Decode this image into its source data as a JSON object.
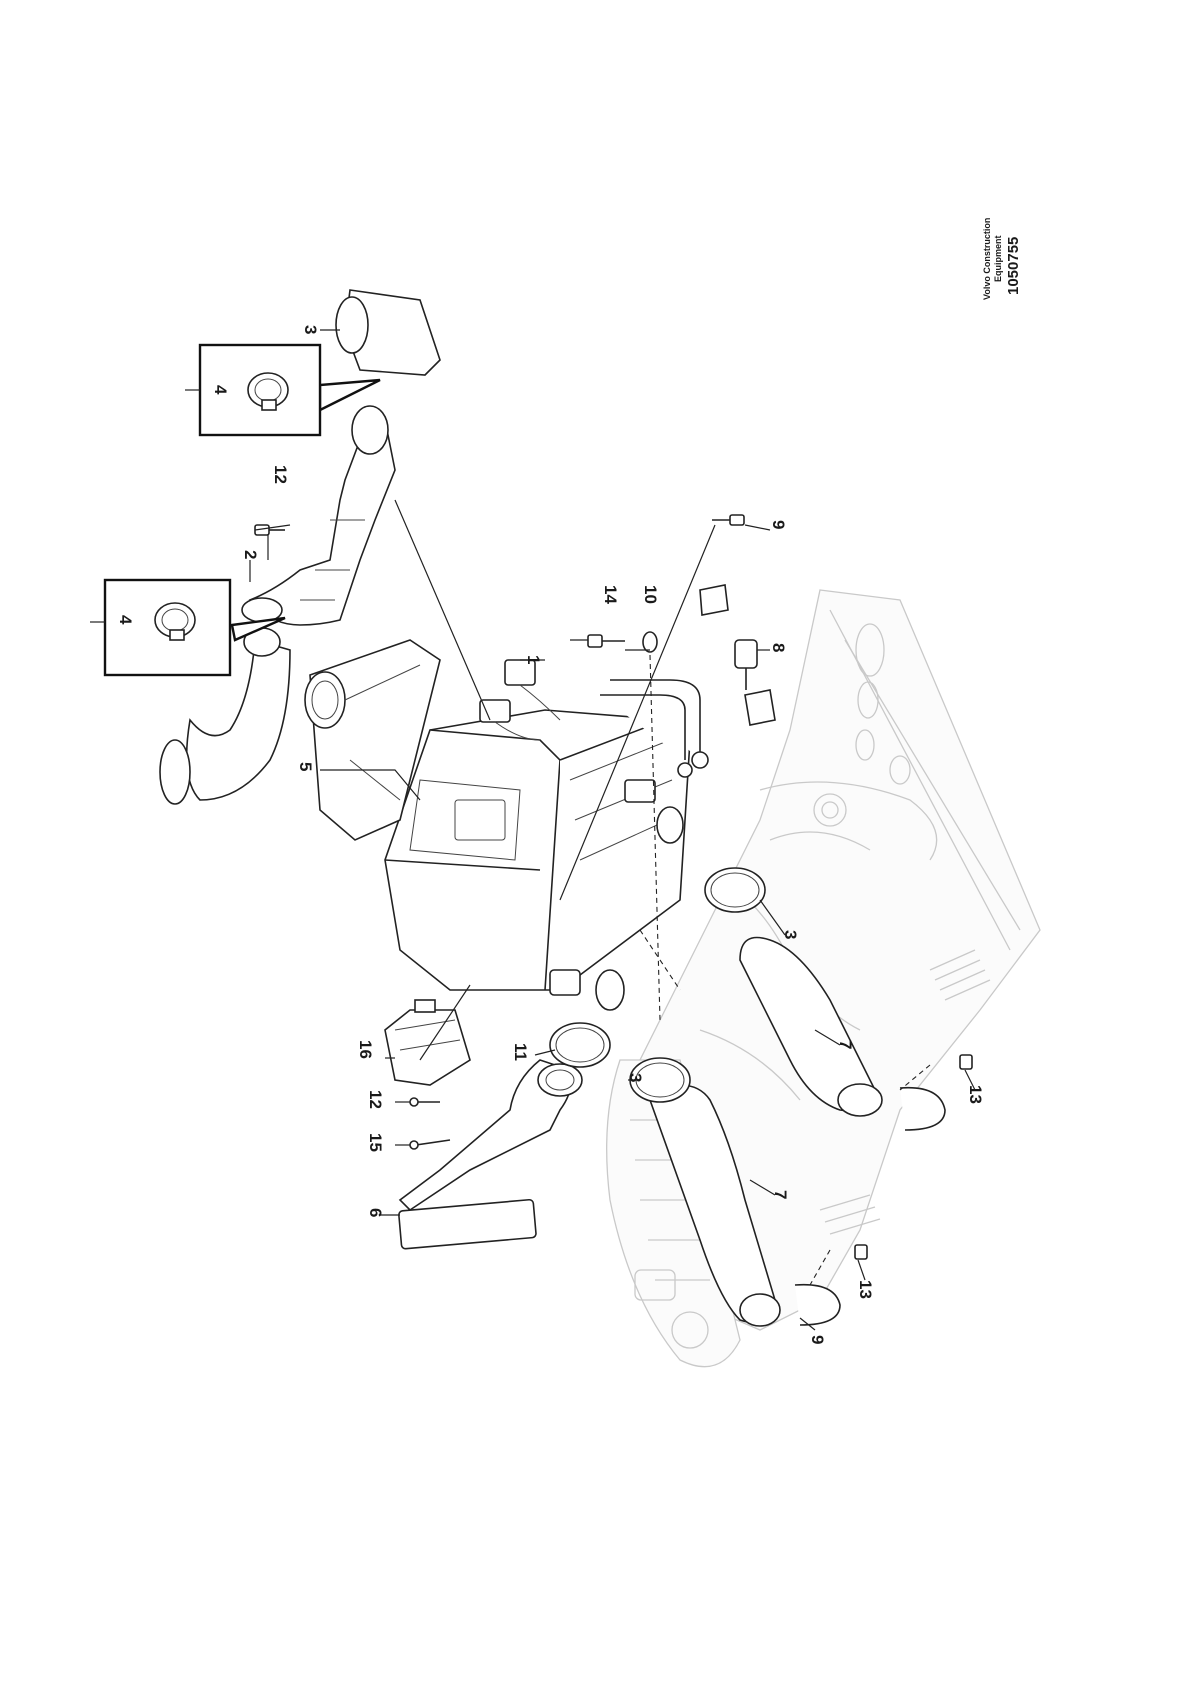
{
  "diagram": {
    "credit": {
      "line1": "Volvo Construction",
      "line2": "Equipment",
      "number": "1050755"
    },
    "callouts": [
      {
        "id": "c3-top",
        "label": "3"
      },
      {
        "id": "c4-top",
        "label": "4"
      },
      {
        "id": "c12-top",
        "label": "12"
      },
      {
        "id": "c2",
        "label": "2"
      },
      {
        "id": "c4-left",
        "label": "4"
      },
      {
        "id": "c5",
        "label": "5"
      },
      {
        "id": "c1",
        "label": "1"
      },
      {
        "id": "c14",
        "label": "14"
      },
      {
        "id": "c10",
        "label": "10"
      },
      {
        "id": "c9-top",
        "label": "9"
      },
      {
        "id": "c8",
        "label": "8"
      },
      {
        "id": "c3-mid",
        "label": "3"
      },
      {
        "id": "c16",
        "label": "16"
      },
      {
        "id": "c12-bottom",
        "label": "12"
      },
      {
        "id": "c15",
        "label": "15"
      },
      {
        "id": "c11",
        "label": "11"
      },
      {
        "id": "c3-bottom",
        "label": "3"
      },
      {
        "id": "c7-right",
        "label": "7"
      },
      {
        "id": "c13-right",
        "label": "13"
      },
      {
        "id": "c6",
        "label": "6"
      },
      {
        "id": "c7-left",
        "label": "7"
      },
      {
        "id": "c13-bottom",
        "label": "13"
      },
      {
        "id": "c9-bottom",
        "label": "9"
      }
    ]
  }
}
